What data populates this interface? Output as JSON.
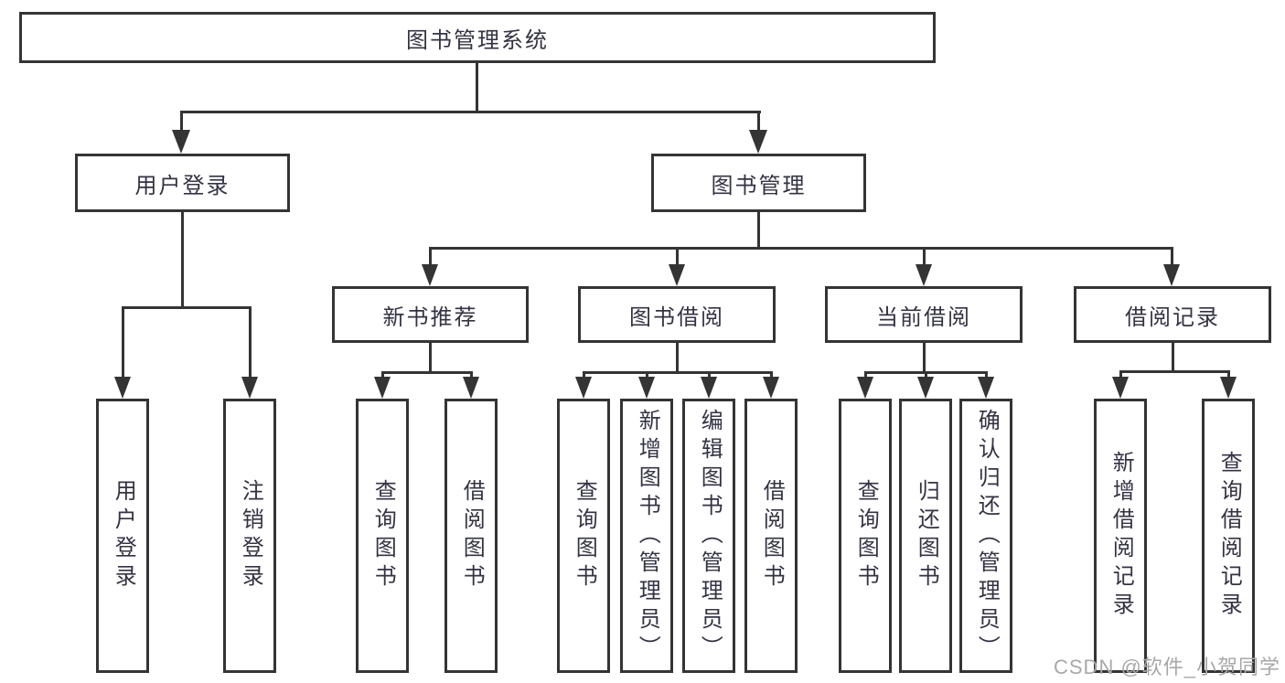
{
  "tree": {
    "label": "图书管理系统",
    "children": [
      {
        "label": "用户登录",
        "children": [
          {
            "label": "用户登录"
          },
          {
            "label": "注销登录"
          }
        ]
      },
      {
        "label": "图书管理",
        "children": [
          {
            "label": "新书推荐",
            "children": [
              {
                "label": "查询图书"
              },
              {
                "label": "借阅图书"
              }
            ]
          },
          {
            "label": "图书借阅",
            "children": [
              {
                "label": "查询图书"
              },
              {
                "label": "新增图书（管理员）"
              },
              {
                "label": "编辑图书（管理员）"
              },
              {
                "label": "借阅图书"
              }
            ]
          },
          {
            "label": "当前借阅",
            "children": [
              {
                "label": "查询图书"
              },
              {
                "label": "归还图书"
              },
              {
                "label": "确认归还（管理员）"
              }
            ]
          },
          {
            "label": "借阅记录",
            "children": [
              {
                "label": "新增借阅记录"
              },
              {
                "label": "查询借阅记录"
              }
            ]
          }
        ]
      }
    ]
  },
  "watermark": "CSDN @软件_小贺同学",
  "colors": {
    "line": "#343434",
    "box_border": "#343434",
    "box_fill": "#ffffff",
    "text": "#333344",
    "watermark": "#a8a8a8",
    "background": "#ffffff"
  }
}
